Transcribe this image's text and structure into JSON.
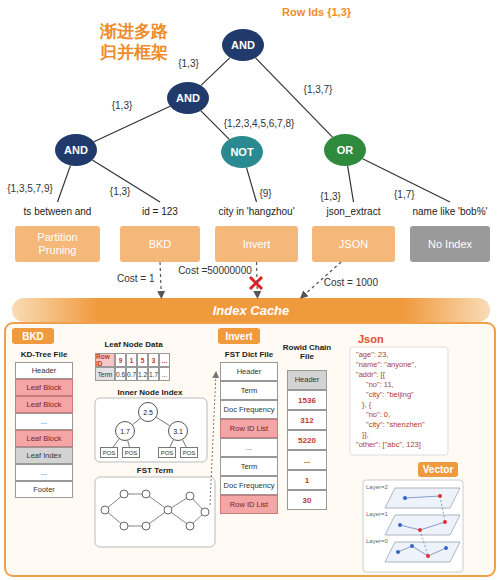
{
  "diagram": {
    "title": "渐进多路 归并框架",
    "nodes": [
      {
        "text": [
          "AND"
        ]
      },
      {
        "text": [
          "AND"
        ]
      },
      {
        "text": [
          "AND"
        ]
      },
      {
        "text": [
          "NOT"
        ]
      },
      {
        "text": [
          "OR"
        ]
      },
      {
        "text": [
          "ts between and",
          "Partition Pruning"
        ]
      },
      {
        "text": [
          "id = 123",
          "BKD"
        ]
      },
      {
        "text": [
          "city in 'hangzhou'",
          "Invert"
        ]
      },
      {
        "text": [
          "json_extract",
          "JSON"
        ]
      },
      {
        "text": [
          "name like 'bob%'",
          "No Index"
        ]
      },
      {
        "text": [
          "Index Cache"
        ]
      },
      {
        "text": [
          "BKD"
        ]
      },
      {
        "text": [
          "Header"
        ]
      },
      {
        "text": [
          "Leaf Block"
        ]
      },
      {
        "text": [
          "Leaf Block"
        ]
      },
      {
        "text": [
          "..."
        ]
      },
      {
        "text": [
          "Leaf Block"
        ]
      },
      {
        "text": [
          "Leaf Index"
        ]
      },
      {
        "text": [
          "..."
        ]
      },
      {
        "text": [
          "Footer"
        ]
      },
      {
        "text": [
          "2.5"
        ]
      },
      {
        "text": [
          "1.7"
        ]
      },
      {
        "text": [
          "3.1"
        ]
      },
      {
        "text": [
          "POS"
        ]
      },
      {
        "text": [
          "POS"
        ]
      },
      {
        "text": [
          "POS"
        ]
      },
      {
        "text": [
          "POS"
        ]
      },
      {
        "text": [
          "Invert"
        ]
      },
      {
        "text": [
          "Header"
        ]
      },
      {
        "text": [
          "Term"
        ]
      },
      {
        "text": [
          "Doc Frequency"
        ]
      },
      {
        "text": [
          "Row ID List"
        ]
      },
      {
        "text": [
          "..."
        ]
      },
      {
        "text": [
          "Term"
        ]
      },
      {
        "text": [
          "Doc Frequency"
        ]
      },
      {
        "text": [
          "Row ID List"
        ]
      },
      {
        "text": [
          "Header"
        ]
      },
      {
        "text": [
          "1536"
        ]
      },
      {
        "text": [
          "312"
        ]
      },
      {
        "text": [
          "5220"
        ]
      },
      {
        "text": [
          "..."
        ]
      },
      {
        "text": [
          "1"
        ]
      },
      {
        "text": [
          "30"
        ]
      },
      {
        "text": [
          "Vector"
        ]
      }
    ],
    "edges": [
      {
        "from": 0,
        "to": 1,
        "label": "{1,3}",
        "arrow": "none"
      },
      {
        "from": 0,
        "to": 4,
        "label": "{1,3,7}",
        "arrow": "none"
      },
      {
        "from": 1,
        "to": 2,
        "label": "{1,3}",
        "arrow": "none"
      },
      {
        "from": 1,
        "to": 3,
        "label": "{1,2,3,4,5,6,7,8}",
        "arrow": "none"
      },
      {
        "from": 2,
        "to": 5,
        "label": "{1,3,5,7,9}",
        "arrow": "none"
      },
      {
        "from": 2,
        "to": 6,
        "label": "{1,3}",
        "arrow": "none"
      },
      {
        "from": 3,
        "to": 7,
        "label": "{9}",
        "arrow": "none"
      },
      {
        "from": 4,
        "to": 8,
        "label": "{1,3}",
        "arrow": "none"
      },
      {
        "from": 4,
        "to": 9,
        "label": "{1,7}",
        "arrow": "none"
      },
      {
        "from": 6,
        "to": 10,
        "label": "Cost = 1",
        "arrow": "to"
      },
      {
        "from": 7,
        "to": 10,
        "label": "Cost =50000000",
        "arrow": "to"
      },
      {
        "from": 8,
        "to": 10,
        "label": "Cost = 1000",
        "arrow": "to"
      },
      {
        "from": 20,
        "to": 21,
        "arrow": "none"
      },
      {
        "from": 20,
        "to": 22,
        "arrow": "none"
      },
      {
        "from": 21,
        "to": 23,
        "arrow": "none"
      },
      {
        "from": 21,
        "to": 24,
        "arrow": "none"
      },
      {
        "from": 22,
        "to": 25,
        "arrow": "none"
      },
      {
        "from": 22,
        "to": 26,
        "arrow": "none"
      }
    ],
    "labels": [
      "Row Ids {1,3}",
      "KD-Tree File",
      "Leaf Node Data",
      "Row ID",
      "9",
      "1",
      "5",
      "3",
      "...",
      "Term",
      "0.6",
      "0.7",
      "1.2",
      "1.7",
      "...",
      "Inner Node Index",
      "FST Term",
      "FST Dict File",
      "Rowid Chain File",
      "Json",
      "\"age\": 23,",
      "\"name\": \"anyone\",",
      "\"addr\": [{",
      "\"no\": 11,",
      "\"city\": \"beijing\"",
      "}, {",
      "\"no\": 0,",
      "\"city\": \"shenzhen\"",
      "}],",
      "\"other\": [\"abc\", 123]",
      "Layer=2",
      "Layer=1",
      "Layer=0"
    ]
  }
}
